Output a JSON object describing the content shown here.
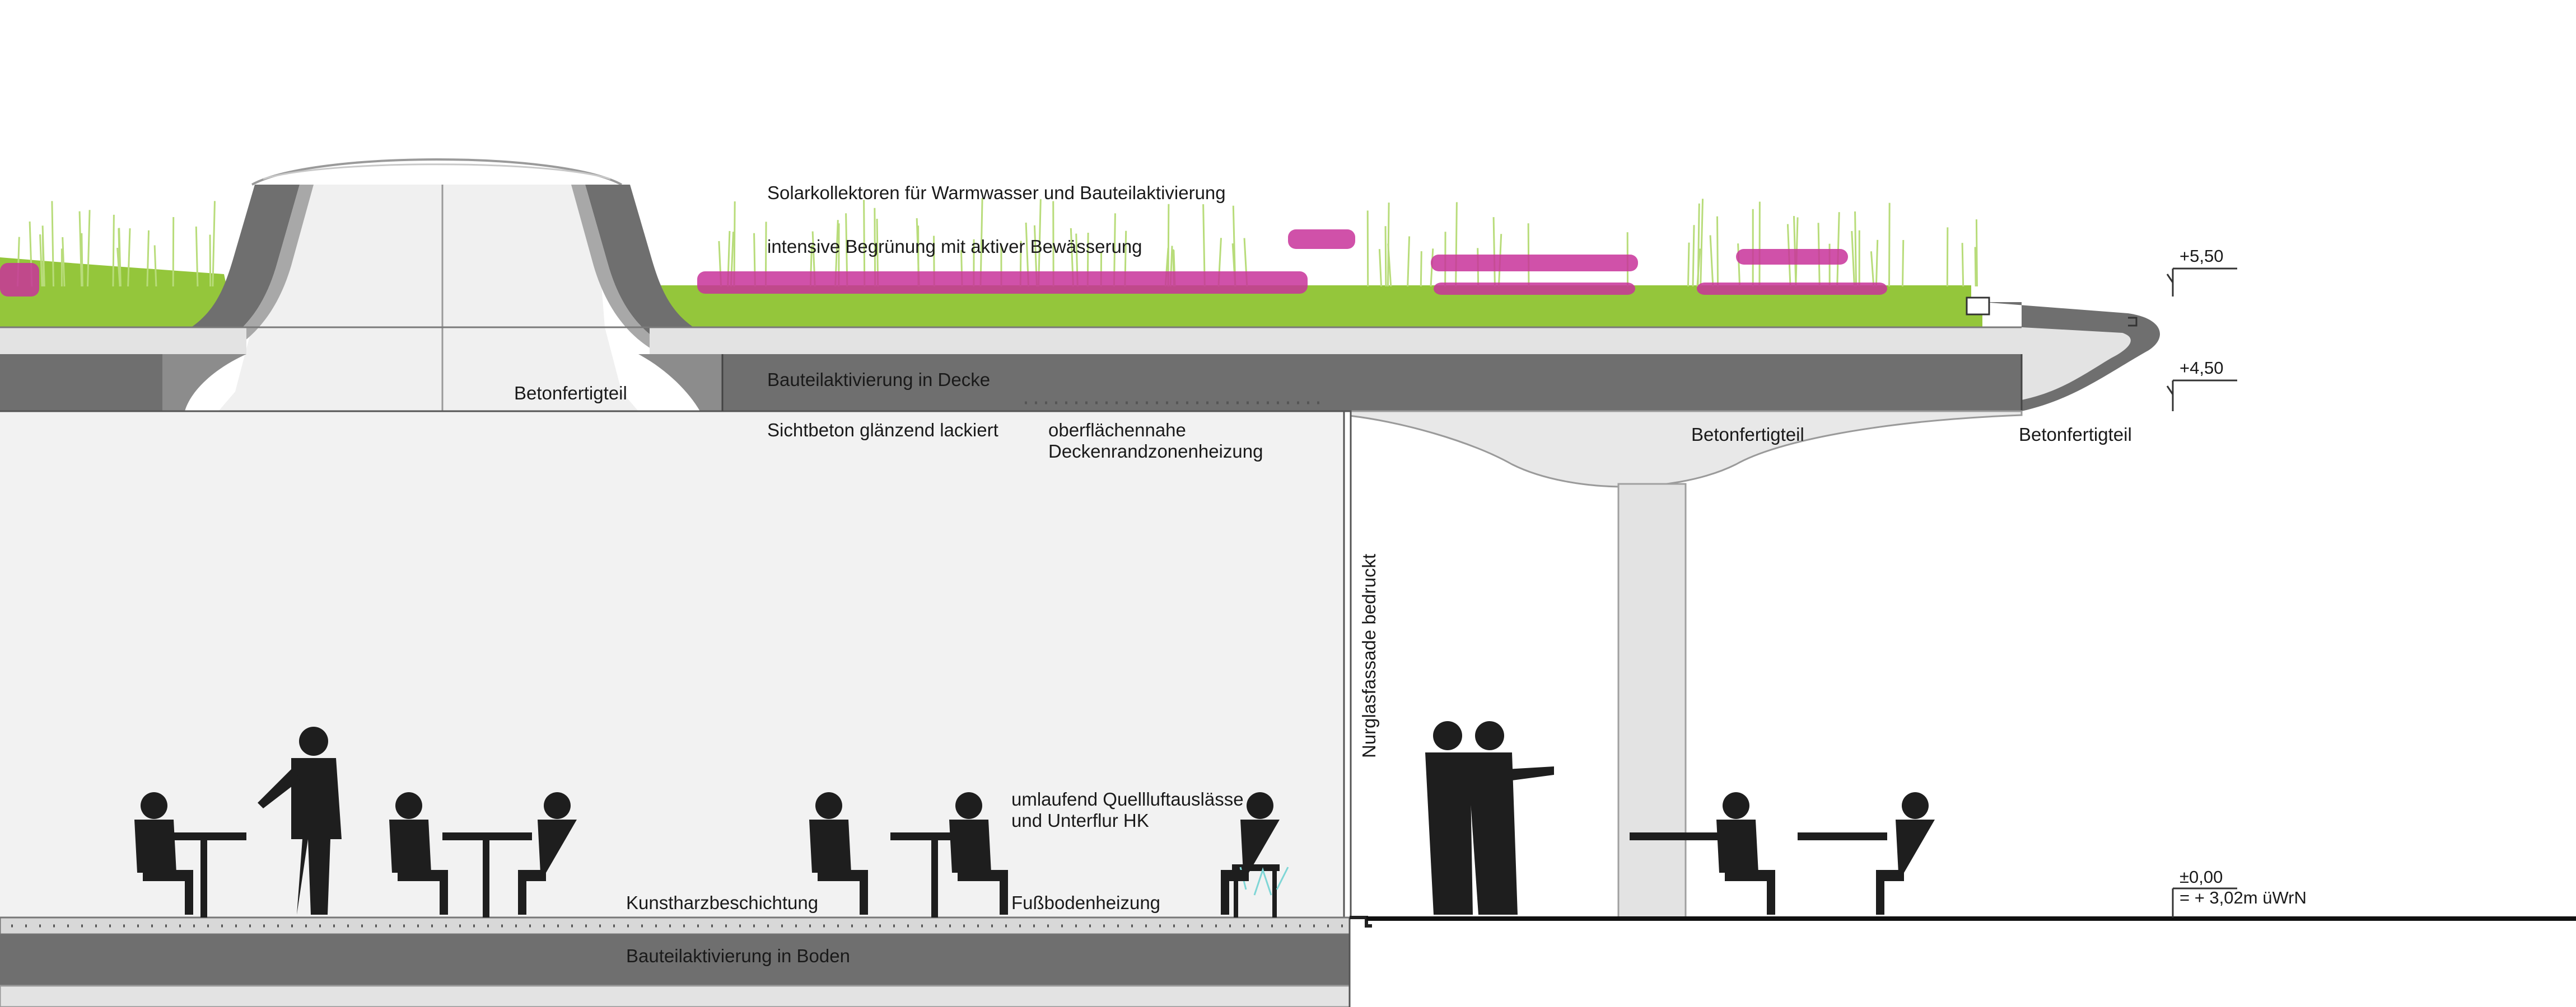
{
  "labels": {
    "solar": "Solarkollektoren für Warmwasser und Bauteilaktivierung",
    "greening": "intensive Begrünung mit aktiver Bewässerung",
    "ceiling_activation": "Bauteilaktivierung in Decke",
    "precast_left": "Betonfertigteil",
    "precast_mid": "Betonfertigteil",
    "precast_right": "Betonfertigteil",
    "exposed_concrete": "Sichtbeton glänzend lackiert",
    "edge_heating_1": "oberflächennahe",
    "edge_heating_2": "Deckenrandzonenheizung",
    "glass_facade": "Nurglasfassade bedruckt",
    "outlets_1": "umlaufend Quellluftauslässe",
    "outlets_2": "und Unterflur HK",
    "resin_coating": "Kunstharzbeschichtung",
    "floor_heating": "Fußbodenheizung",
    "floor_activation": "Bauteilaktivierung in Boden"
  },
  "levels": {
    "roof_top": "+5,50",
    "slab_top": "+4,50",
    "ground": "±0,00",
    "ground_abs": "= + 3,02m üWrN"
  },
  "colors": {
    "concrete_dark": "#6f6f6f",
    "concrete_mid": "#8c8c8c",
    "concrete_light": "#e3e3e3",
    "interior_wall": "#f2f2f2",
    "green_roof": "#94c63b",
    "flowers": "#c8329a",
    "silhouette": "#1e1e1e"
  }
}
